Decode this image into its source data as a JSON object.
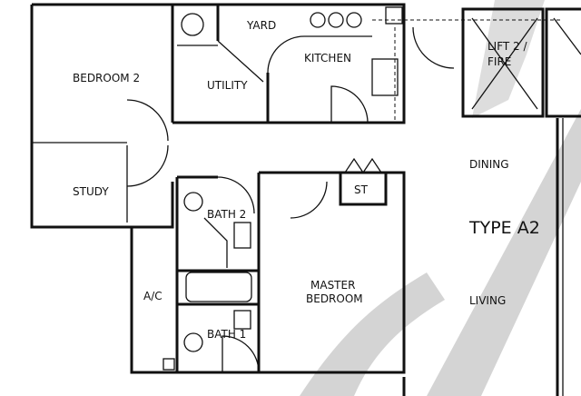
{
  "rooms": {
    "bedroom2": "BEDROOM 2",
    "yard": "YARD",
    "kitchen": "KITCHEN",
    "utility": "UTILITY",
    "study": "STUDY",
    "bath2": "BATH 2",
    "store": "ST",
    "dining": "DINING",
    "living": "LIVING",
    "ac": "A/C",
    "master_line1": "MASTER",
    "master_line2": "BEDROOM",
    "bath1": "BATH 1",
    "lift_line1": "LIFT 2 /",
    "lift_line2": "FIRE"
  },
  "unit_type": "TYPE A2",
  "colors": {
    "wall": "#111111",
    "watermark": "#d4d4d4"
  }
}
